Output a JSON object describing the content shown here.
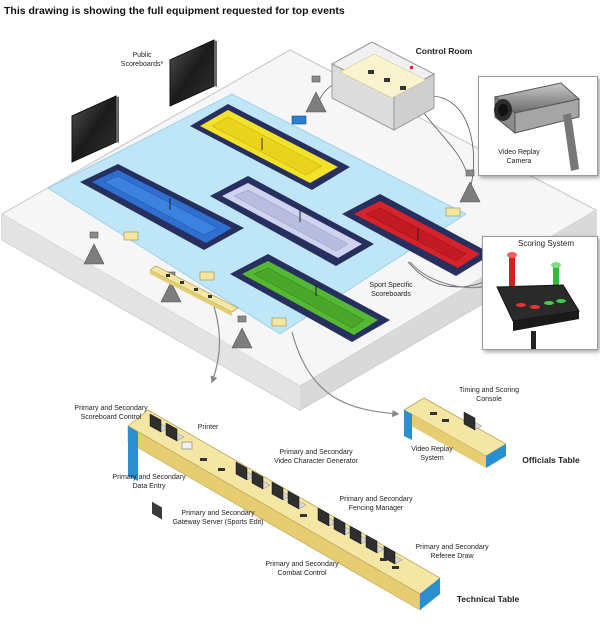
{
  "title": "This drawing is showing the full equipment requested for top events",
  "labels": {
    "public_scoreboards": "Public\nScoreboards*",
    "control_room": "Control Room",
    "video_replay_camera": "Video Replay\nCamera",
    "scoring_system": "Scoring System",
    "sport_specific_scoreboards": "Sport Specific\nScoreboards",
    "primary_secondary_scoreboard_control": "Primary and Secondary\nScoreboard Control",
    "printer": "Printer",
    "primary_secondary_video_character_generator": "Primary and Secondary\nVideo Character Generator",
    "primary_secondary_data_entry": "Primary and Secondary\nData Entry",
    "primary_secondary_fencing_manager": "Primary and Secondary\nFencing Manager",
    "primary_secondary_gateway_server": "Primary and Secondary\nGateway Server (Sports Edit)",
    "primary_secondary_referee_draw": "Primary and Secondary\nReferee Draw",
    "primary_secondary_combat_control": "Primary and Secondary\nCombat Control",
    "technical_table": "Technical Table",
    "timing_scoring_console": "Timing and Scoring\nConsole",
    "video_replay_system": "Video Replay\nSystem",
    "officials_table": "Officials Table"
  },
  "colors": {
    "floor_area": "#bfe6f7",
    "piste_border": "#262f5e",
    "piste_yellow": "#f2e22a",
    "piste_blue": "#2e6fd1",
    "piste_lavender": "#cfd3ef",
    "piste_red": "#d6222b",
    "piste_green": "#55b833",
    "table_top": "#f4e6a4",
    "table_front": "#e7cd72",
    "table_side": "#2a8fd0",
    "light_red": "#d41f1f",
    "light_green": "#35b83a"
  }
}
